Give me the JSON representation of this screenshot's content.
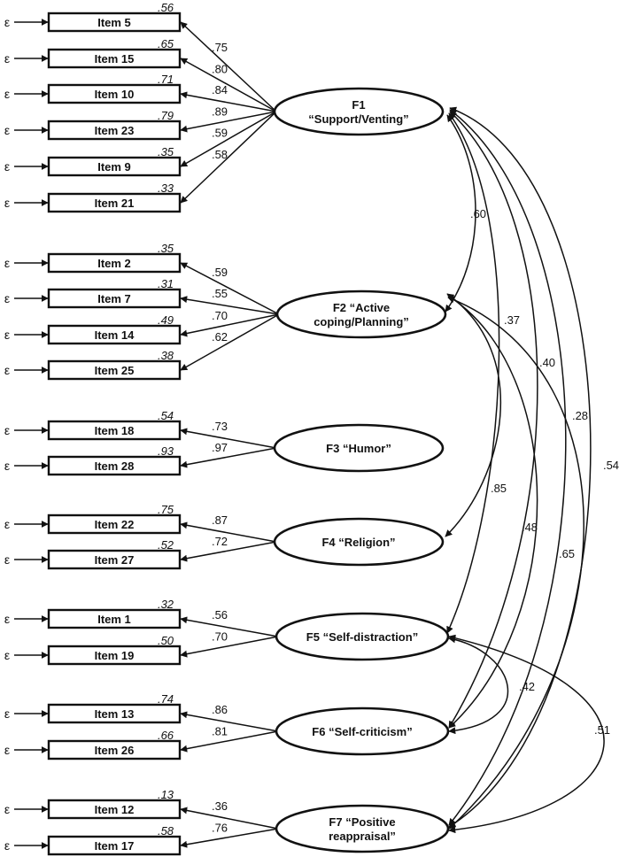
{
  "error_symbol": "ε",
  "factors": [
    {
      "id": "F1",
      "lines": [
        "F1",
        "“Support/Venting”"
      ]
    },
    {
      "id": "F2",
      "lines": [
        "F2 “Active",
        "coping/Planning”"
      ]
    },
    {
      "id": "F3",
      "lines": [
        "F3 “Humor”"
      ]
    },
    {
      "id": "F4",
      "lines": [
        "F4 “Religion”"
      ]
    },
    {
      "id": "F5",
      "lines": [
        "F5 “Self-distraction”"
      ]
    },
    {
      "id": "F6",
      "lines": [
        "F6 “Self-criticism”"
      ]
    },
    {
      "id": "F7",
      "lines": [
        "F7 “Positive",
        "reappraisal”"
      ]
    }
  ],
  "items": [
    {
      "label": "Item 5",
      "r2": ".56",
      "loading": ".75",
      "factor": "F1"
    },
    {
      "label": "Item 15",
      "r2": ".65",
      "loading": ".80",
      "factor": "F1"
    },
    {
      "label": "Item 10",
      "r2": ".71",
      "loading": ".84",
      "factor": "F1"
    },
    {
      "label": "Item 23",
      "r2": ".79",
      "loading": ".89",
      "factor": "F1"
    },
    {
      "label": "Item 9",
      "r2": ".35",
      "loading": ".59",
      "factor": "F1"
    },
    {
      "label": "Item 21",
      "r2": ".33",
      "loading": ".58",
      "factor": "F1"
    },
    {
      "label": "Item 2",
      "r2": ".35",
      "loading": ".59",
      "factor": "F2"
    },
    {
      "label": "Item 7",
      "r2": ".31",
      "loading": ".55",
      "factor": "F2"
    },
    {
      "label": "Item 14",
      "r2": ".49",
      "loading": ".70",
      "factor": "F2"
    },
    {
      "label": "Item 25",
      "r2": ".38",
      "loading": ".62",
      "factor": "F2"
    },
    {
      "label": "Item 18",
      "r2": ".54",
      "loading": ".73",
      "factor": "F3"
    },
    {
      "label": "Item 28",
      "r2": ".93",
      "loading": ".97",
      "factor": "F3"
    },
    {
      "label": "Item 22",
      "r2": ".75",
      "loading": ".87",
      "factor": "F4"
    },
    {
      "label": "Item 27",
      "r2": ".52",
      "loading": ".72",
      "factor": "F4"
    },
    {
      "label": "Item 1",
      "r2": ".32",
      "loading": ".56",
      "factor": "F5"
    },
    {
      "label": "Item 19",
      "r2": ".50",
      "loading": ".70",
      "factor": "F5"
    },
    {
      "label": "Item 13",
      "r2": ".74",
      "loading": ".86",
      "factor": "F6"
    },
    {
      "label": "Item 26",
      "r2": ".66",
      "loading": ".81",
      "factor": "F6"
    },
    {
      "label": "Item 12",
      "r2": ".13",
      "loading": ".36",
      "factor": "F7"
    },
    {
      "label": "Item 17",
      "r2": ".58",
      "loading": ".76",
      "factor": "F7"
    }
  ],
  "correlations": [
    {
      "from": "F1",
      "to": "F2",
      "value": ".60"
    },
    {
      "from": "F1",
      "to": "F5",
      "value": ".37"
    },
    {
      "from": "F1",
      "to": "F6",
      "value": ".40"
    },
    {
      "from": "F1",
      "to": "F7",
      "value": ".28"
    },
    {
      "from": "F1",
      "to": "F7",
      "value": ".54"
    },
    {
      "from": "F2",
      "to": "F4",
      "value": ".85"
    },
    {
      "from": "F2",
      "to": "F6",
      "value": ".48"
    },
    {
      "from": "F2",
      "to": "F7",
      "value": ".65"
    },
    {
      "from": "F5",
      "to": "F6",
      "value": ".42"
    },
    {
      "from": "F5",
      "to": "F7",
      "value": ".51"
    }
  ]
}
